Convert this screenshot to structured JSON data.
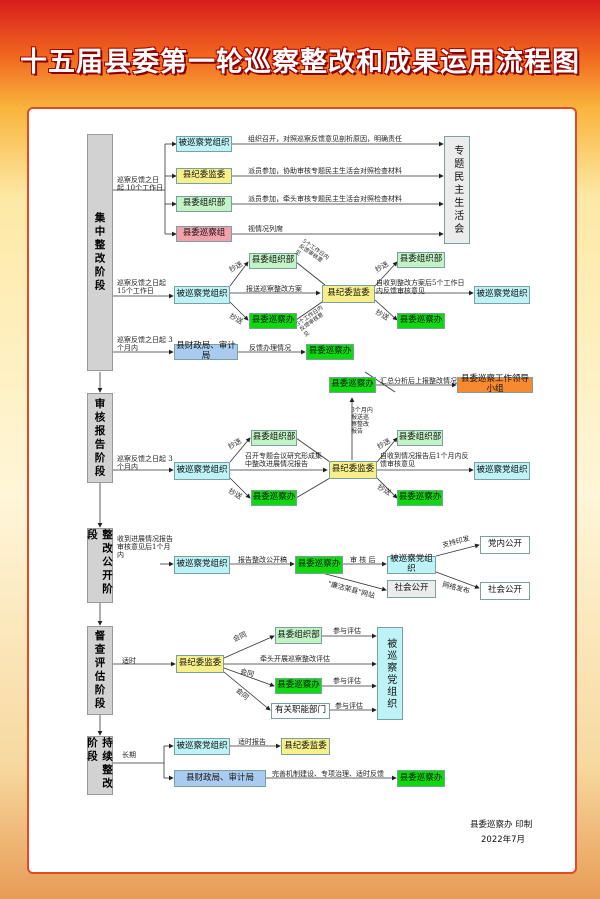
{
  "title": "十五届县委第一轮巡察整改和成果运用流程图",
  "phases": {
    "p1": "集中整改阶段",
    "p2": "审核报告阶段",
    "p3": "整改公开阶段",
    "p4": "督查评估阶段",
    "p5": "持续整改阶段"
  },
  "boxes": {
    "xcdz": "被巡察党组织",
    "xjwjw": "县纪委监委",
    "xzzb": "县委组织部",
    "xxcz": "县委巡察组",
    "ztmzshh": "专题民主生活会",
    "xxcb": "县委巡察办",
    "xczj": "县财政局、审计局",
    "xxcldxz": "县委巡察工作领导小组",
    "dngk": "党内公开",
    "shgk": "社会公开",
    "ygzn": "有关职能部门",
    "czsj2": "县财政局、审计局"
  },
  "labels": {
    "c1": "组织召开，对照巡察反馈意见剖析原因，明确责任",
    "c2": "派员参加，协助审核专题民主生活会对照检查材料",
    "c3": "派员参加，牵头审核专题民主生活会对照检查材料",
    "c4": "视情况列席",
    "c5": "巡察反馈之日起 10个工作日",
    "c6": "巡察反馈之日起 15个工作日",
    "c7": "报送巡察整改方案",
    "c8": "抄送",
    "c9": "自收到整改方案后5个工作日内反馈审核意见",
    "c10": "巡察反馈之日起 3个月内",
    "c11": "反馈办理情况",
    "c12": "5个工作日内反馈审核意见",
    "c13": "3个工作日内反馈审核意见",
    "c14": "汇总分析后上报整改情况",
    "c15": "3个月内报送巡察整改报告",
    "c16": "召开专题会议研究形成集中整改进展情况报告",
    "c17": "自收到情况报告后1个月内反馈审核意见",
    "c18": "收到进展情况报告审核意见后1个月内",
    "c19": "报告整改公开稿",
    "c20": "审 核 后",
    "c21": "支持印发",
    "c22": "\"廉洁荣县\"网站",
    "c23": "网络发布",
    "c24": "适时",
    "c25": "会同",
    "c26": "参与评估",
    "c27": "牵头开展巡察整改评估",
    "c28": "长期",
    "c29": "适时报告",
    "c30": "完善机制建设、专项治理、适时反馈",
    "org": "县委巡察办 印制",
    "date": "2022年7月"
  }
}
